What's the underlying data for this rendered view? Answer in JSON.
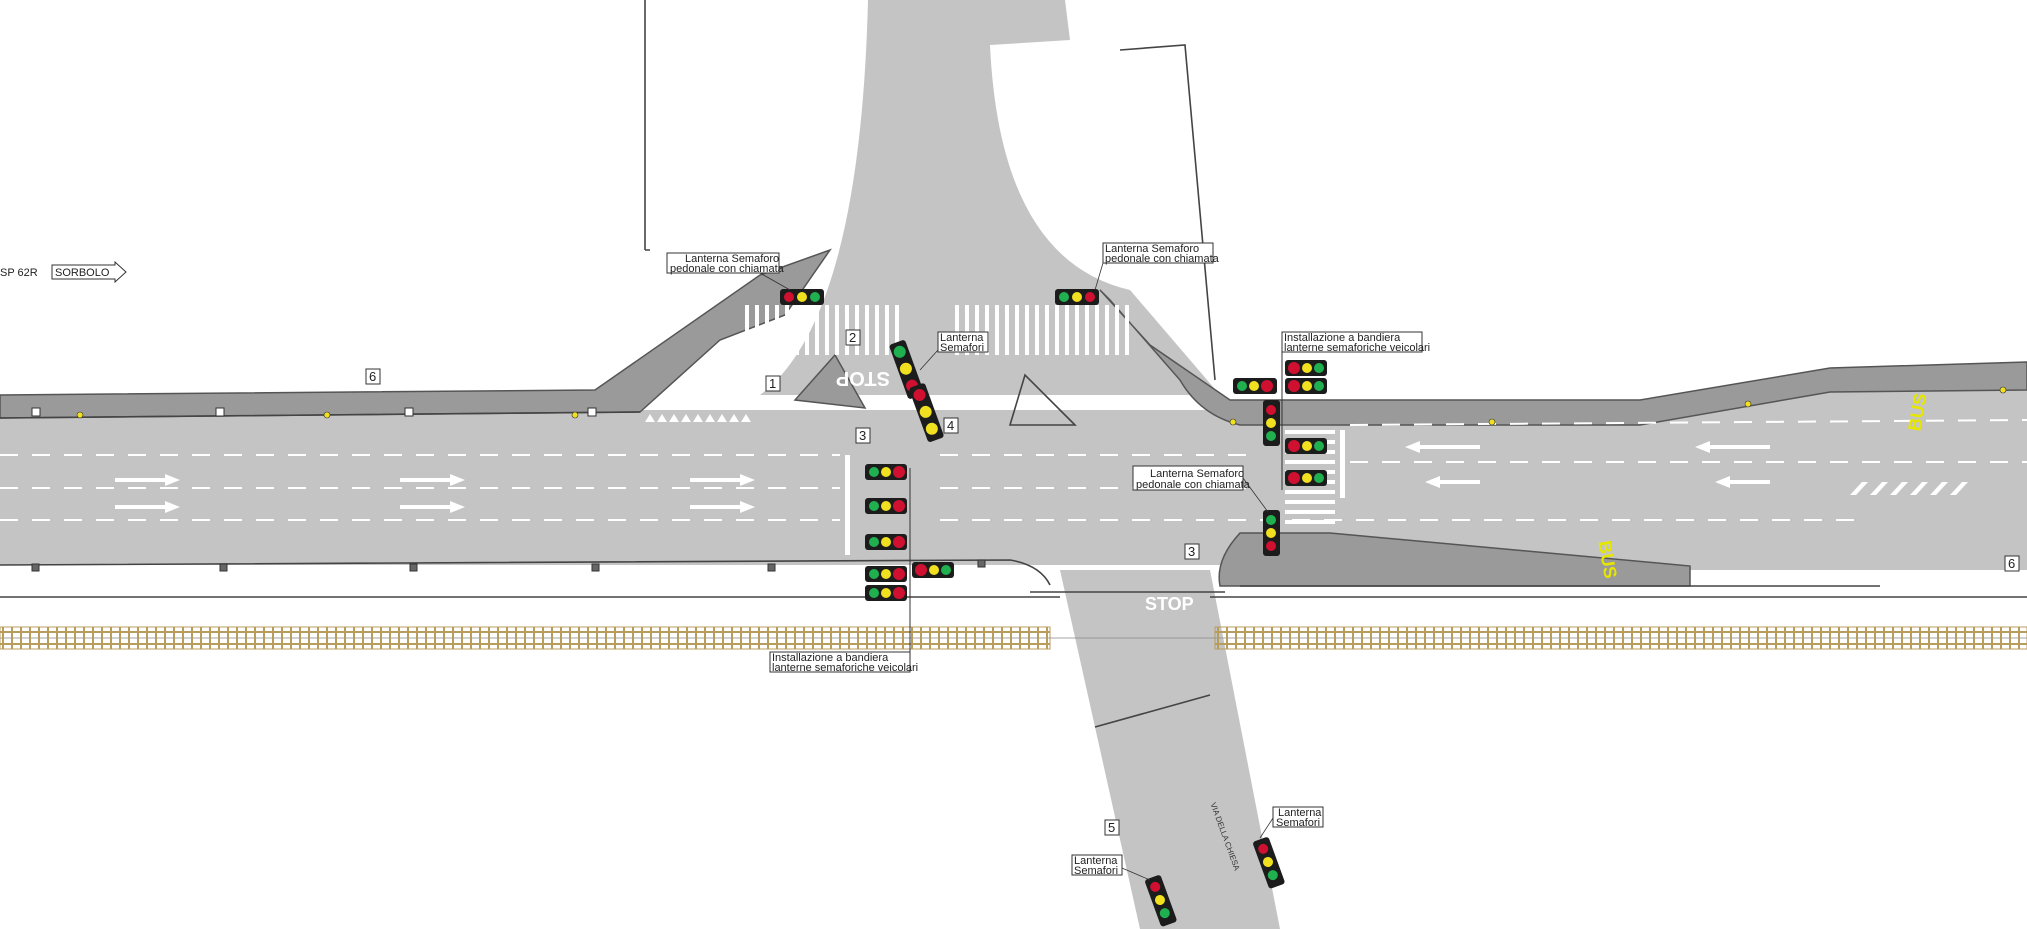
{
  "colors": {
    "road": "#c4c4c4",
    "island": "#9a9a9a",
    "rail": "#b89c5c",
    "bus_text": "#e6e600",
    "signal_red": "#d01030",
    "signal_yellow": "#f0e020",
    "signal_green": "#20b050"
  },
  "labels": {
    "road_name": "SP 62R",
    "direction": "SORBOLO",
    "side_street": "VIA DELLA CHIESA",
    "stop_1": "STOP",
    "stop_2": "STOP",
    "bus_1": "BUS",
    "bus_2": "BUS"
  },
  "callouts": {
    "ped_left": [
      "Lanterna Semaforo",
      "pedonale con chiamata"
    ],
    "ped_right": [
      "Lanterna Semaforo",
      "pedonale con chiamata"
    ],
    "ped_center": [
      "Lanterna Semaforo",
      "pedonale con chiamata"
    ],
    "flag_top": [
      "Installazione a bandiera",
      "lanterne semaforiche veicolari"
    ],
    "flag_bottom": [
      "Installazione a bandiera",
      "lanterne semaforiche veicolari"
    ],
    "lantern_top": [
      "Lanterna",
      "Semafori"
    ],
    "lantern_bottom_right": [
      "Lanterna",
      "Semafori"
    ],
    "lantern_bottom_left": [
      "Lanterna",
      "Semafori"
    ]
  },
  "numbers": {
    "n1": "1",
    "n2": "2",
    "n3a": "3",
    "n3b": "3",
    "n4": "4",
    "n5": "5",
    "n6a": "6",
    "n6b": "6"
  }
}
